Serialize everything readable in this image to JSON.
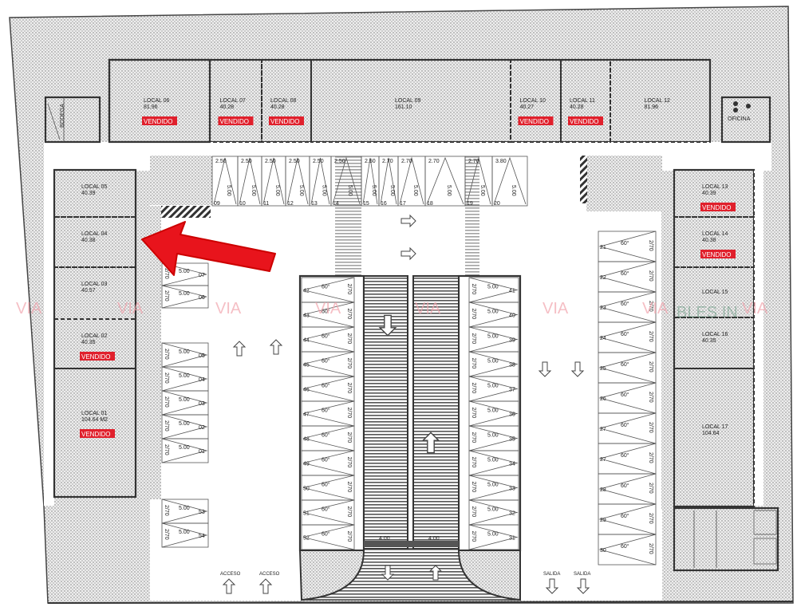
{
  "top_locals": [
    {
      "name": "LOCAL  06",
      "area": "81.96",
      "status": "VENDIDO"
    },
    {
      "name": "LOCAL  07",
      "area": "40.28",
      "status": "VENDIDO"
    },
    {
      "name": "LOCAL  08",
      "area": "40.28",
      "status": "VENDIDO"
    },
    {
      "name": "LOCAL  09",
      "area": "161.10",
      "status": ""
    },
    {
      "name": "LOCAL  10",
      "area": "40.27",
      "status": "VENDIDO"
    },
    {
      "name": "LOCAL  11",
      "area": "40.28",
      "status": "VENDIDO"
    },
    {
      "name": "LOCAL  12",
      "area": "81.96",
      "status": ""
    }
  ],
  "left_locals": [
    {
      "name": "LOCAL  05",
      "area": "40.39",
      "status": ""
    },
    {
      "name": "LOCAL  04",
      "area": "40.38",
      "status": "",
      "highlight": "#f7ee7a"
    },
    {
      "name": "LOCAL  03",
      "area": "40.57",
      "status": ""
    },
    {
      "name": "LOCAL  02",
      "area": "40.35",
      "status": "VENDIDO"
    },
    {
      "name": "LOCAL  01",
      "area": "104.64  M2",
      "status": "VENDIDO"
    }
  ],
  "right_locals": [
    {
      "name": "LOCAL  13",
      "area": "40.39",
      "status": "VENDIDO"
    },
    {
      "name": "LOCAL  14",
      "area": "40.38",
      "status": "VENDIDO"
    },
    {
      "name": "LOCAL 15",
      "area": "",
      "status": "",
      "highlight": "#5dbf8a"
    },
    {
      "name": "LOCAL  16",
      "area": "40.35",
      "status": ""
    },
    {
      "name": "LOCAL  17",
      "area": "104.64",
      "status": ""
    }
  ],
  "service_rooms": {
    "bodega": "BODEGA",
    "oficina": "OFICINA"
  },
  "parking": {
    "top_row": [
      "09",
      "10",
      "11",
      "12",
      "13",
      "14",
      "15",
      "16",
      "17",
      "18",
      "19",
      "20"
    ],
    "top_width_labels": [
      "2.50",
      "2.50",
      "2.50",
      "2.50",
      "2.50",
      "2.50",
      "2.50",
      "2.70",
      "2.70",
      "2.70",
      "2.70",
      "3.80"
    ],
    "top_depth": "5.00",
    "left_col": [
      "07",
      "06",
      "05",
      "04",
      "03",
      "02",
      "01",
      "53",
      "54"
    ],
    "island_left": [
      "42",
      "43",
      "44",
      "45",
      "46",
      "47",
      "48",
      "49",
      "50",
      "51",
      "52"
    ],
    "island_right": [
      "41",
      "40",
      "39",
      "38",
      "37",
      "36",
      "35",
      "34",
      "33",
      "32",
      "31"
    ],
    "right_col": [
      "21",
      "22",
      "23",
      "24",
      "25",
      "26",
      "27",
      "27",
      "28",
      "29",
      "30"
    ],
    "stall_width": "2/70",
    "stall_depth": "5.00",
    "angle": "60°",
    "ramp_widths": [
      "4.00",
      "4.00"
    ]
  },
  "traffic": {
    "entry": "ACCESO",
    "exit": "SALIDA"
  },
  "watermark": {
    "text": "VIA",
    "partial": "BLES IN"
  },
  "colors": {
    "sold": "#e0202c",
    "highlight_yellow": "#f7ee7a",
    "highlight_green": "#5dbf8a",
    "pointer_arrow": "#e8141c"
  }
}
